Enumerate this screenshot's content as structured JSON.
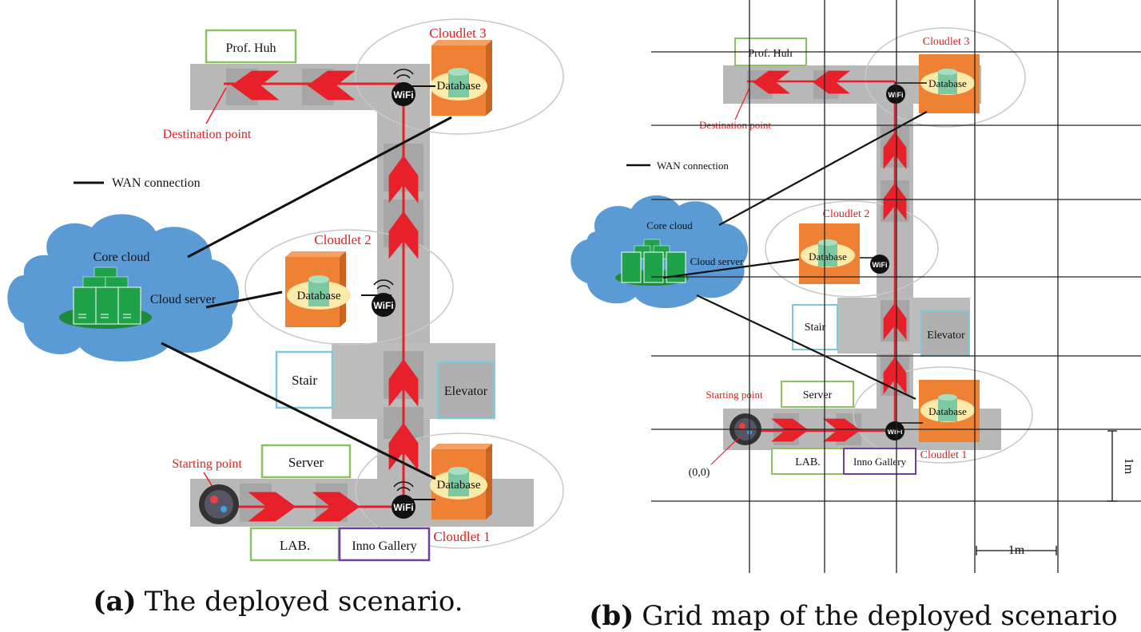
{
  "panel_a": {
    "prof_label": "Prof. Huh",
    "cloudlet3": "Cloudlet 3",
    "cloudlet2": "Cloudlet 2",
    "cloudlet1": "Cloudlet 1",
    "database": "Database",
    "destination": "Destination point",
    "starting": "Starting point",
    "wan_legend": "WAN connection",
    "core_cloud": "Core cloud",
    "cloud_server": "Cloud server",
    "stair": "Stair",
    "elevator": "Elevator",
    "server": "Server",
    "lab": "LAB.",
    "inno_gallery": "Inno Gallery",
    "wifi": "Wi Fi",
    "caption_bold": "(a)",
    "caption": "The deployed scenario."
  },
  "panel_b": {
    "prof_label": "Prof. Huh",
    "cloudlet3": "Cloudlet 3",
    "cloudlet2": "Cloudlet 2",
    "cloudlet1": "Cloudlet 1",
    "database": "Database",
    "destination": "Destination point",
    "starting": "Starting point",
    "wan_legend": "WAN connection",
    "core_cloud": "Core cloud",
    "cloud_server": "Cloud server",
    "stair": "Stair",
    "elevator": "Elevator",
    "server": "Server",
    "lab": "LAB.",
    "inno_gallery": "Inno Gallery",
    "origin": "(0,0)",
    "scale_v": "1m",
    "scale_h": "1m",
    "caption_bold": "(b)",
    "caption": "Grid map of the deployed scenario"
  },
  "colors": {
    "corridor": "#b5b5b5",
    "arrow": "#e8202a",
    "cloud": "#5b9bd5",
    "server_green": "#1fa34a",
    "database_orange": "#ee8133",
    "db_cylinder": "#7cc8a0",
    "green_box": "#8cc163",
    "purple_box": "#6f3fa0",
    "cyan_box": "#7ec8d8"
  }
}
